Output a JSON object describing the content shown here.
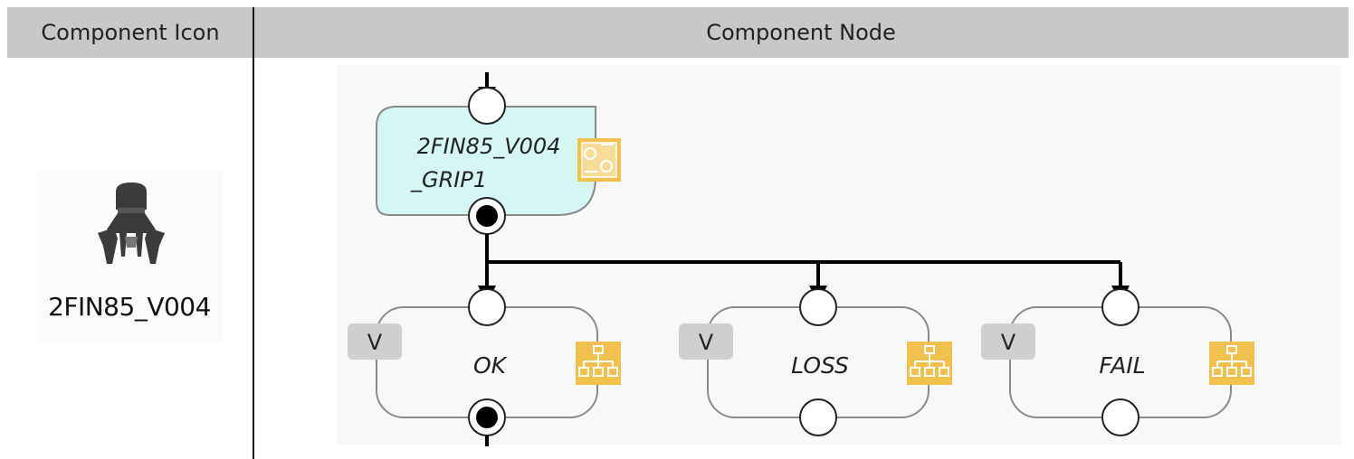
{
  "table": {
    "headers": [
      "Component Icon",
      "Component Node"
    ]
  },
  "component_icon": {
    "icon": "robot-gripper-icon",
    "label": "2FIN85_V004"
  },
  "diagram": {
    "main_node": {
      "line1": "2FIN85_V004",
      "line2": "_GRIP1",
      "fill": "#d6f5f5",
      "icon": "node-settings-icon"
    },
    "branches": [
      {
        "label": "OK",
        "badge": "V",
        "icon": "hierarchy-icon",
        "filled_output": true
      },
      {
        "label": "LOSS",
        "badge": "V",
        "icon": "hierarchy-icon",
        "filled_output": false
      },
      {
        "label": "FAIL",
        "badge": "V",
        "icon": "hierarchy-icon",
        "filled_output": false
      }
    ],
    "colors": {
      "icon_yellow": "#f2c04e",
      "badge_gray": "#cfcfcf",
      "stroke": "#8a8a8a"
    }
  }
}
